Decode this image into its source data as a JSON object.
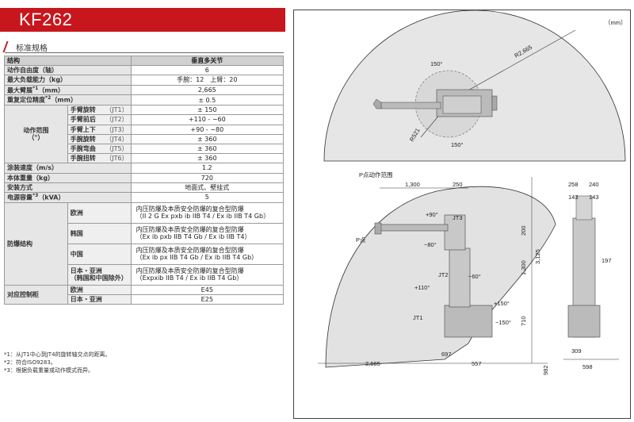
{
  "header": {
    "title": "KF262"
  },
  "section": {
    "label": "标准规格"
  },
  "table": {
    "head": {
      "label": "结构",
      "value": "垂直多关节"
    },
    "axes": {
      "label": "动作自由度（轴）",
      "value": "6"
    },
    "payload": {
      "label": "最大负载能力（kg）",
      "value": "手腕：12　上臂：20"
    },
    "reach": {
      "label": "最大臂展",
      "sup": "*1",
      "unit": "（mm）",
      "value": "2,665"
    },
    "repeat": {
      "label": "重复定位精度",
      "sup": "*2",
      "unit": "（mm）",
      "value": "± 0.5"
    },
    "range": {
      "label": "动作范围",
      "unit": "（°）",
      "rows": [
        {
          "name": "手臂旋转",
          "jt": "（JT1）",
          "value": "± 150"
        },
        {
          "name": "手臂前后",
          "jt": "（JT2）",
          "value": "+110 - −60"
        },
        {
          "name": "手臂上下",
          "jt": "（JT3）",
          "value": "+90 - −80"
        },
        {
          "name": "手腕旋转",
          "jt": "（JT4）",
          "value": "± 360"
        },
        {
          "name": "手腕弯曲",
          "jt": "（JT5）",
          "value": "± 360"
        },
        {
          "name": "手腕扭转",
          "jt": "（JT6）",
          "value": "± 360"
        }
      ]
    },
    "speed": {
      "label": "涂装速度（m/s）",
      "value": "1.2"
    },
    "mass": {
      "label": "本体重量（kg）",
      "value": "720"
    },
    "mount": {
      "label": "安装方式",
      "value": "地面式、壁挂式"
    },
    "power": {
      "label": "电源容量",
      "sup": "*3",
      "unit": "（kVA）",
      "value": "5"
    },
    "explosion": {
      "label": "防爆结构",
      "rows": [
        {
          "region": "欧洲",
          "line1": "内压防爆及本质安全防爆的复合型防爆",
          "line2": "（II 2 G Ex pxb ib IIB T4 / Ex ib IIB T4 Gb）"
        },
        {
          "region": "韩国",
          "line1": "内压防爆及本质安全防爆的复合型防爆",
          "line2": "（Ex ib pxb IIB T4 Gb / Ex ib IIB T4）"
        },
        {
          "region": "中国",
          "line1": "内压防爆及本质安全防爆的复合型防爆",
          "line2": "（Ex ib px IIB T4 Gb / Ex ib IIB T4 Gb）"
        },
        {
          "region": "日本・亚洲",
          "region2": "（韩国和中国除外）",
          "line1": "内压防爆及本质安全防爆的复合型防爆",
          "line2": "（Expxib IIB T4 / Ex ib IIB T4 Gb）"
        }
      ]
    },
    "controller": {
      "label": "对应控制柜",
      "rows": [
        {
          "region": "欧洲",
          "value": "E45"
        },
        {
          "region": "日本・亚洲",
          "value": "E25"
        }
      ]
    }
  },
  "notes": [
    "*1：从JT1中心到JT4的旋转轴交点的距离。",
    "*2：符合ISO9283。",
    "*3：根据负载重量或动作模式而异。"
  ],
  "drawing": {
    "unit": "（mm）",
    "top_view": {
      "r_outer": "R2,665",
      "r_inner": "R521",
      "ang_top": "150°",
      "ang_bottom": "150°"
    },
    "side_view": {
      "p_range": "P点动作范围",
      "p_point": "P点",
      "dims": [
        "1,300",
        "250",
        "200",
        "1,300",
        "3,125",
        "710",
        "697",
        "557",
        "2,665",
        "982"
      ],
      "angles": [
        "+90°",
        "−80°",
        "−60°",
        "+110°",
        "+150°",
        "−150°"
      ],
      "jt": [
        "JT3",
        "JT2",
        "JT1"
      ]
    },
    "front_view": {
      "dims": [
        "258",
        "240",
        "143",
        "143",
        "197",
        "309",
        "598"
      ]
    }
  }
}
